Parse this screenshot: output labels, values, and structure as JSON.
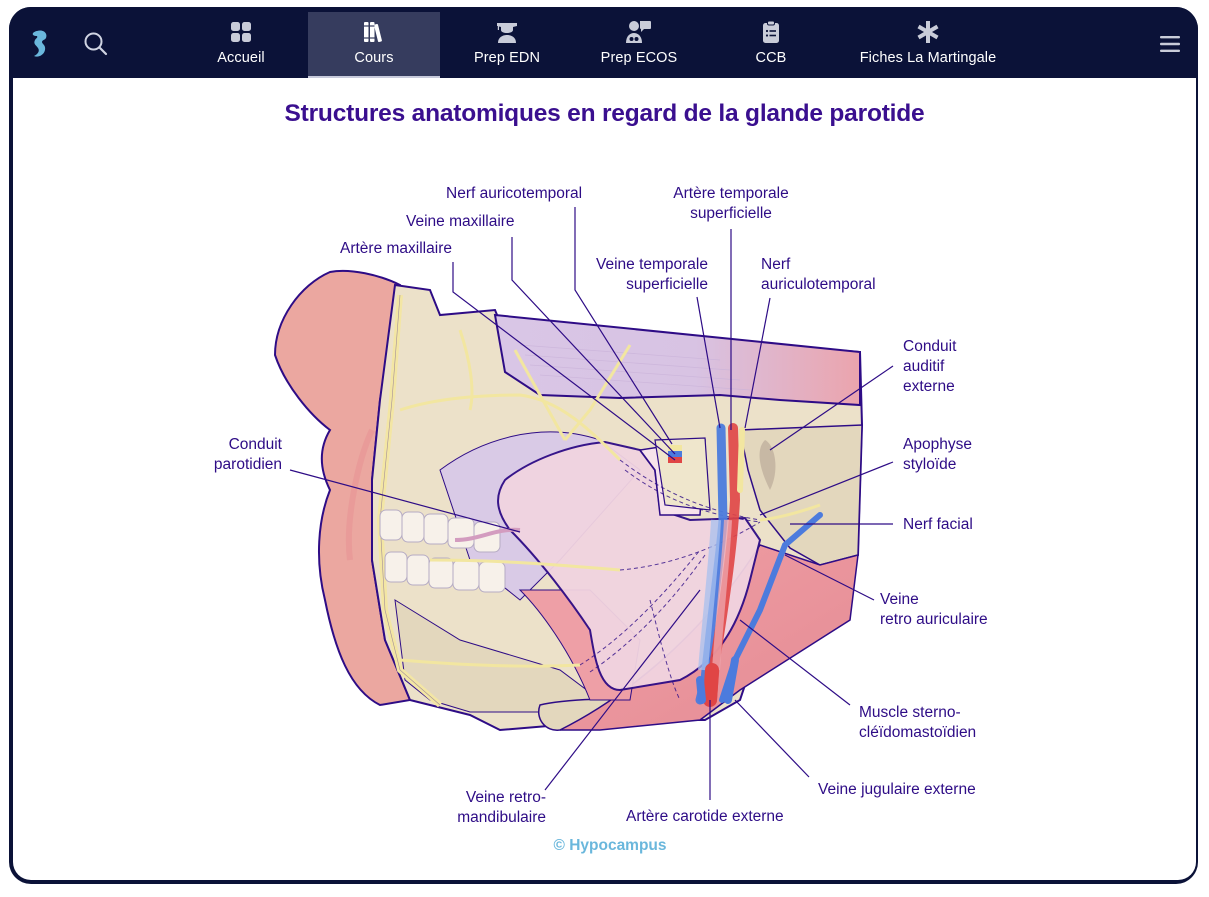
{
  "nav": {
    "logo_icon": "seahorse-logo-icon",
    "search_icon": "search-icon",
    "menu_icon": "hamburger-menu-icon",
    "tabs": [
      {
        "label": "Accueil",
        "icon": "grid-icon",
        "active": false
      },
      {
        "label": "Cours",
        "icon": "books-icon",
        "active": true
      },
      {
        "label": "Prep EDN",
        "icon": "graduate-icon",
        "active": false
      },
      {
        "label": "Prep ECOS",
        "icon": "doctor-chat-icon",
        "active": false
      },
      {
        "label": "CCB",
        "icon": "clipboard-icon",
        "active": false
      },
      {
        "label": "Fiches La Martingale",
        "icon": "asterisk-icon",
        "active": false
      }
    ]
  },
  "page": {
    "title": "Structures anatomiques en regard de la glande parotide",
    "copyright": "© Hypocampus"
  },
  "labels": {
    "nerf_auricotemporal": "Nerf auricotemporal",
    "veine_maxillaire": "Veine maxillaire",
    "artere_maxillaire": "Artère maxillaire",
    "veine_temporale_1": "Veine temporale",
    "veine_temporale_2": "superficielle",
    "artere_temporale_1": "Artère temporale",
    "artere_temporale_2": "superficielle",
    "nerf_auriculo_1": "Nerf",
    "nerf_auriculo_2": "auriculotemporal",
    "conduit_auditif_1": "Conduit",
    "conduit_auditif_2": "auditif",
    "conduit_auditif_3": "externe",
    "apophyse_1": "Apophyse",
    "apophyse_2": "styloïde",
    "nerf_facial": "Nerf facial",
    "veine_retro_auric_1": "Veine",
    "veine_retro_auric_2": "retro auriculaire",
    "muscle_scm_1": "Muscle sterno-",
    "muscle_scm_2": "cléïdomastoïdien",
    "veine_jugulaire": "Veine jugulaire externe",
    "artere_carotide": "Artère carotide externe",
    "veine_retromand_1": "Veine retro-",
    "veine_retromand_2": "mandibulaire",
    "conduit_parotidien_1": "Conduit",
    "conduit_parotidien_2": "parotidien"
  },
  "colors": {
    "nav_bg": "#0b1238",
    "active_tab_bg": "#363c5e",
    "title": "#3a0f8f",
    "label": "#2e0c86",
    "copyright": "#6ab7dc",
    "logo": "#6ab7dc"
  }
}
